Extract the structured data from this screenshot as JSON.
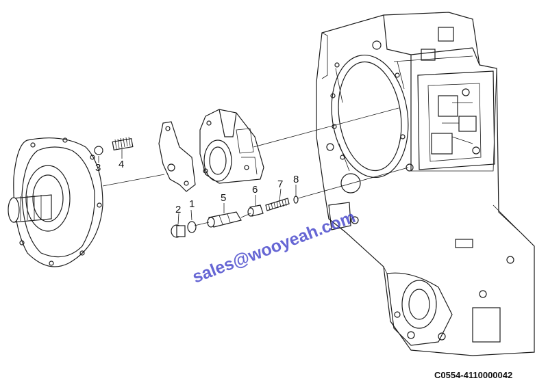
{
  "callouts": [
    "1",
    "2",
    "3",
    "4",
    "5",
    "6",
    "7",
    "8"
  ],
  "watermark": "sales@wooyeah.com",
  "part_code": "C0554-4110000042"
}
